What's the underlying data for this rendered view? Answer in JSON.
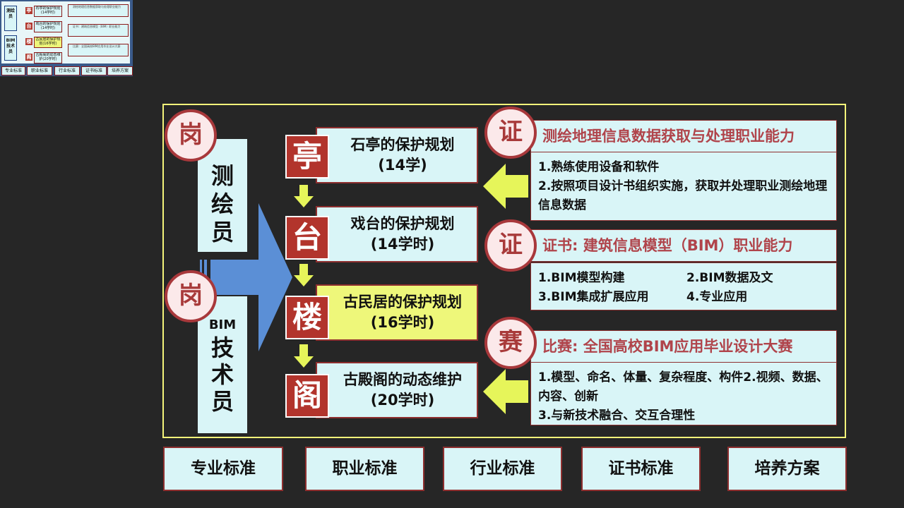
{
  "posts": [
    {
      "badge": "岗",
      "title": "测绘员"
    },
    {
      "badge": "岗",
      "title_prefix": "BIM",
      "title": "技术员"
    }
  ],
  "lessons": [
    {
      "char": "亭",
      "name": "石亭的保护规划",
      "hours": "(14学)",
      "highlighted": false
    },
    {
      "char": "台",
      "name": "戏台的保护规划",
      "hours": "(14学时)",
      "highlighted": false
    },
    {
      "char": "楼",
      "name": "古民居的保护规划",
      "hours": "(16学时)",
      "highlighted": true
    },
    {
      "char": "阁",
      "name": "古殿阁的动态维护",
      "hours": "(20学时)",
      "highlighted": false
    }
  ],
  "certificates": [
    {
      "badge": "证",
      "title": "测绘地理信息数据获取与处理职业能力",
      "items": [
        "1.熟练使用设备和软件",
        "2.按照项目设计书组织实施，获取并处理职业测绘地理信息数据"
      ]
    },
    {
      "badge": "证",
      "title": "证书: 建筑信息模型（BIM）职业能力",
      "items": [
        "1.BIM模型构建",
        "2.BIM数据及文",
        "3.BIM集成扩展应用",
        "4.专业应用"
      ]
    },
    {
      "badge": "赛",
      "title": "比赛: 全国高校BIM应用毕业设计大赛",
      "items": [
        "1.模型、命名、体量、复杂程度、构件2.视频、数据、内容、创新",
        "3.与新技术融合、交互合理性"
      ]
    }
  ],
  "standards": [
    "专业标准",
    "职业标准",
    "行业标准",
    "证书标准",
    "培养方案"
  ],
  "thumbnail": {
    "posts": [
      "测绘员",
      "BIM技术员"
    ],
    "lesson_chars": [
      "亭",
      "台",
      "楼",
      "阁"
    ],
    "lessons": [
      "石亭的保护规划(14学时)",
      "戏台的保护规划(14学时)",
      "古民居的保护规划(16学时)",
      "古殿阁的动态维护(20学时)"
    ],
    "certs": [
      "测绘地理信息数据获取与处理职业能力",
      "证书：建筑信息模型（BIM）职业能力",
      "比赛：全国高校BIM应用毕业设计大赛"
    ],
    "standards": [
      "专业标准",
      "职业标准",
      "行业标准",
      "证书标准",
      "培养方案"
    ]
  },
  "colors": {
    "background": "#262626",
    "frame": "#f4f47a",
    "panel": "#d9f5f7",
    "highlight": "#eef77a",
    "accent_red": "#b2342c",
    "cert_title": "#b0444b",
    "big_arrow": "#5b8fd6",
    "small_arrow": "#e6f55a"
  },
  "icons": {
    "post_to_lessons": "right-arrow-icon",
    "lesson_flow": "down-arrow-icon",
    "cert_to_lessons": "left-arrow-icon"
  }
}
